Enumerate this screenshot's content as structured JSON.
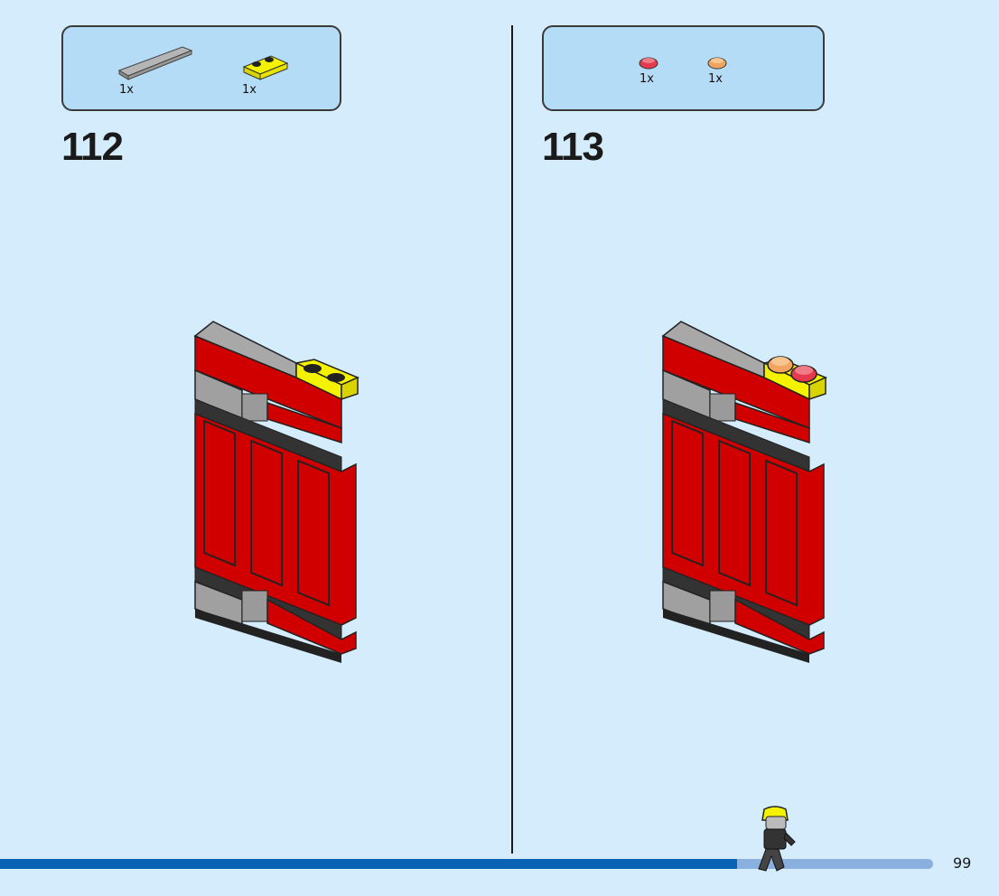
{
  "steps": [
    {
      "number": "112",
      "parts": [
        {
          "name": "gray tile 1x4",
          "qty": "1x"
        },
        {
          "name": "yellow plate 1x2",
          "qty": "1x"
        }
      ]
    },
    {
      "number": "113",
      "parts": [
        {
          "name": "red round tile",
          "qty": "1x"
        },
        {
          "name": "orange round tile",
          "qty": "1x"
        }
      ]
    }
  ],
  "page": {
    "number": "99",
    "progress": 0.79
  },
  "colors": {
    "background": "#d4ecfb",
    "parts_box": "#b5dcf6",
    "brick_red": "#d10000",
    "gray": "#a0a0a0",
    "yellow": "#f5f200",
    "progress_fill": "#0a62b5",
    "progress_track": "#8ab0e0"
  },
  "icons": [
    "firefighter-minifigure-icon"
  ]
}
